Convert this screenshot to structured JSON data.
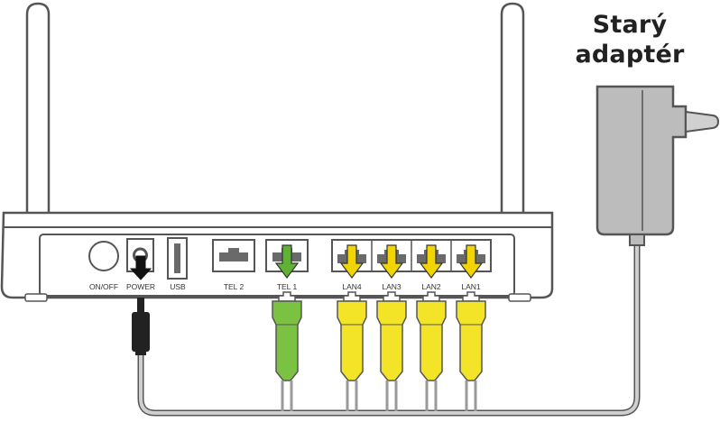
{
  "adapter_caption": {
    "line1": "Starý",
    "line2": "adaptér"
  },
  "ports": {
    "onoff": "ON/OFF",
    "power": "POWER",
    "usb": "USB",
    "tel2": "TEL 2",
    "tel1": "TEL 1",
    "lan4": "LAN4",
    "lan3": "LAN3",
    "lan2": "LAN2",
    "lan1": "LAN1"
  },
  "colors": {
    "outline": "#555555",
    "router_body": "#ffffff",
    "adapter": "#bcbcbc",
    "tel_cable": "#7cc242",
    "tel_arrow": "#5fb233",
    "lan_cable": "#f4e428",
    "lan_arrow": "#f2d500",
    "power_arrow": "#111111",
    "power_plug": "#222222",
    "wire": "#cfcfcf"
  }
}
